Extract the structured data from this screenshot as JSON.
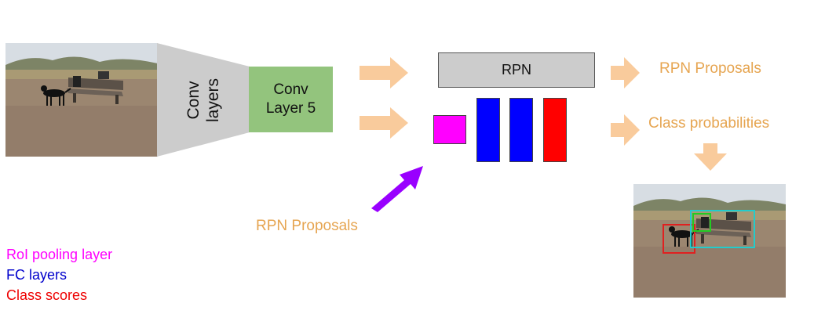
{
  "diagram": {
    "conv_layers_label": "Conv\nlayers",
    "conv5_label": "Conv\nLayer 5",
    "rpn_label": "RPN",
    "rpn_proposals_output": "RPN Proposals",
    "class_probabilities_output": "Class probabilities",
    "rpn_proposals_input": "RPN Proposals"
  },
  "legend": [
    {
      "label": "RoI pooling layer",
      "color": "#ff00ff"
    },
    {
      "label": "FC layers",
      "color": "#0000cc"
    },
    {
      "label": "Class scores",
      "color": "#ee0000"
    }
  ],
  "colors": {
    "arrow_orange": "#f9cb9c",
    "arrow_purple": "#9900ff",
    "funnel_gray": "#cccccc",
    "conv5_green": "#93c47d",
    "roi_magenta": "#ff00ff",
    "fc_blue": "#0000ff",
    "class_red": "#ff0000",
    "bbox_red": "#e02020",
    "bbox_green": "#22cc22",
    "bbox_cyan": "#22cccc"
  },
  "icons": {
    "input_image": "dog-on-bench-photo",
    "output_image": "dog-on-bench-photo-with-boxes"
  }
}
